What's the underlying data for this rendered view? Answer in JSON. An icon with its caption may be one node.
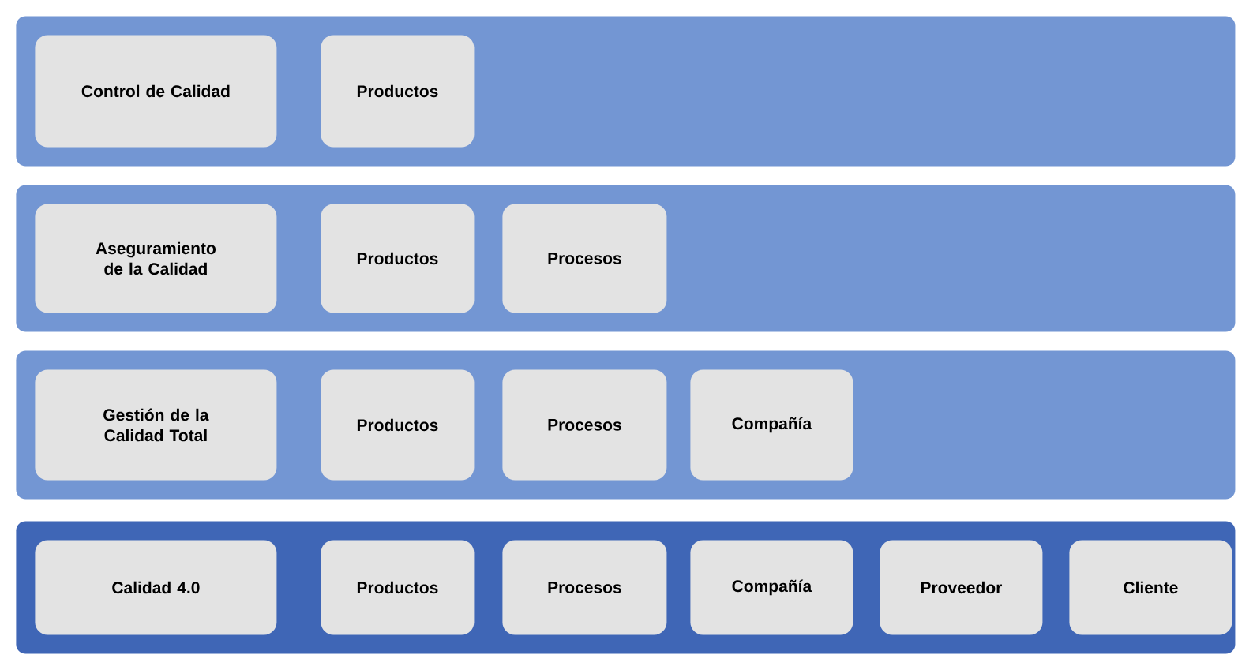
{
  "diagram": {
    "nodes": [
      {
        "text": [],
        "shape": "box"
      },
      {
        "text": [
          "Control de Calidad"
        ],
        "in": 0
      },
      {
        "text": [
          "Productos"
        ],
        "in": 0
      },
      {
        "text": [],
        "shape": "box"
      },
      {
        "text": [
          "Aseguramiento de la Calidad"
        ],
        "in": 3
      },
      {
        "text": [
          "Productos"
        ],
        "in": 3
      },
      {
        "text": [
          "Procesos"
        ],
        "in": 3
      },
      {
        "text": [],
        "shape": "box"
      },
      {
        "text": [
          "Gestión de la Calidad Total"
        ],
        "in": 7
      },
      {
        "text": [
          "Productos"
        ],
        "in": 7
      },
      {
        "text": [
          "Procesos"
        ],
        "in": 7
      },
      {
        "text": [
          "Compañía"
        ],
        "in": 7
      },
      {
        "text": [],
        "shape": "box"
      },
      {
        "text": [
          "Calidad 4.0"
        ],
        "in": 12
      },
      {
        "text": [
          "Productos"
        ],
        "in": 12
      },
      {
        "text": [
          "Procesos"
        ],
        "in": 12
      },
      {
        "text": [
          "Compañía"
        ],
        "in": 12
      },
      {
        "text": [
          "Proveedor"
        ],
        "in": 12
      },
      {
        "text": [
          "Cliente"
        ],
        "in": 12
      }
    ]
  }
}
